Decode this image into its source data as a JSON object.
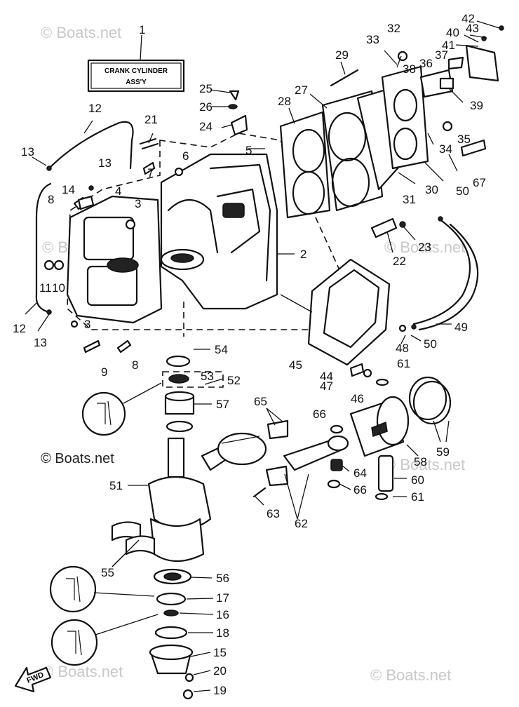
{
  "title_box": {
    "line1": "CRANK CYLINDER",
    "line2": "ASS'Y"
  },
  "direction_label": "FWD",
  "watermark": "© Boats.net",
  "callouts": {
    "c1": "1",
    "c2": "2",
    "c3a": "3",
    "c3b": "3",
    "c4": "4",
    "c5": "5",
    "c6": "6",
    "c7": "7",
    "c8a": "8",
    "c8b": "8",
    "c9": "9",
    "c10": "10",
    "c11": "11",
    "c12a": "12",
    "c12b": "12",
    "c13a": "13",
    "c13b": "13",
    "c13c": "13",
    "c14": "14",
    "c15": "15",
    "c16": "16",
    "c17": "17",
    "c18": "18",
    "c19": "19",
    "c20": "20",
    "c21": "21",
    "c22": "22",
    "c23": "23",
    "c24": "24",
    "c25": "25",
    "c26": "26",
    "c27": "27",
    "c28": "28",
    "c29": "29",
    "c30": "30",
    "c31": "31",
    "c32": "32",
    "c33": "33",
    "c34": "34",
    "c35": "35",
    "c36": "36",
    "c37": "37",
    "c38": "38",
    "c39": "39",
    "c40": "40",
    "c41": "41",
    "c42": "42",
    "c43": "43",
    "c44": "44",
    "c45": "45",
    "c46": "46",
    "c47": "47",
    "c48": "48",
    "c49": "49",
    "c50a": "50",
    "c50b": "50",
    "c51": "51",
    "c52": "52",
    "c53": "53",
    "c54": "54",
    "c55": "55",
    "c56": "56",
    "c57": "57",
    "c58": "58",
    "c59": "59",
    "c60": "60",
    "c61a": "61",
    "c61b": "61",
    "c62": "62",
    "c63": "63",
    "c64": "64",
    "c65": "65",
    "c66a": "66",
    "c66b": "66",
    "c67": "67"
  }
}
